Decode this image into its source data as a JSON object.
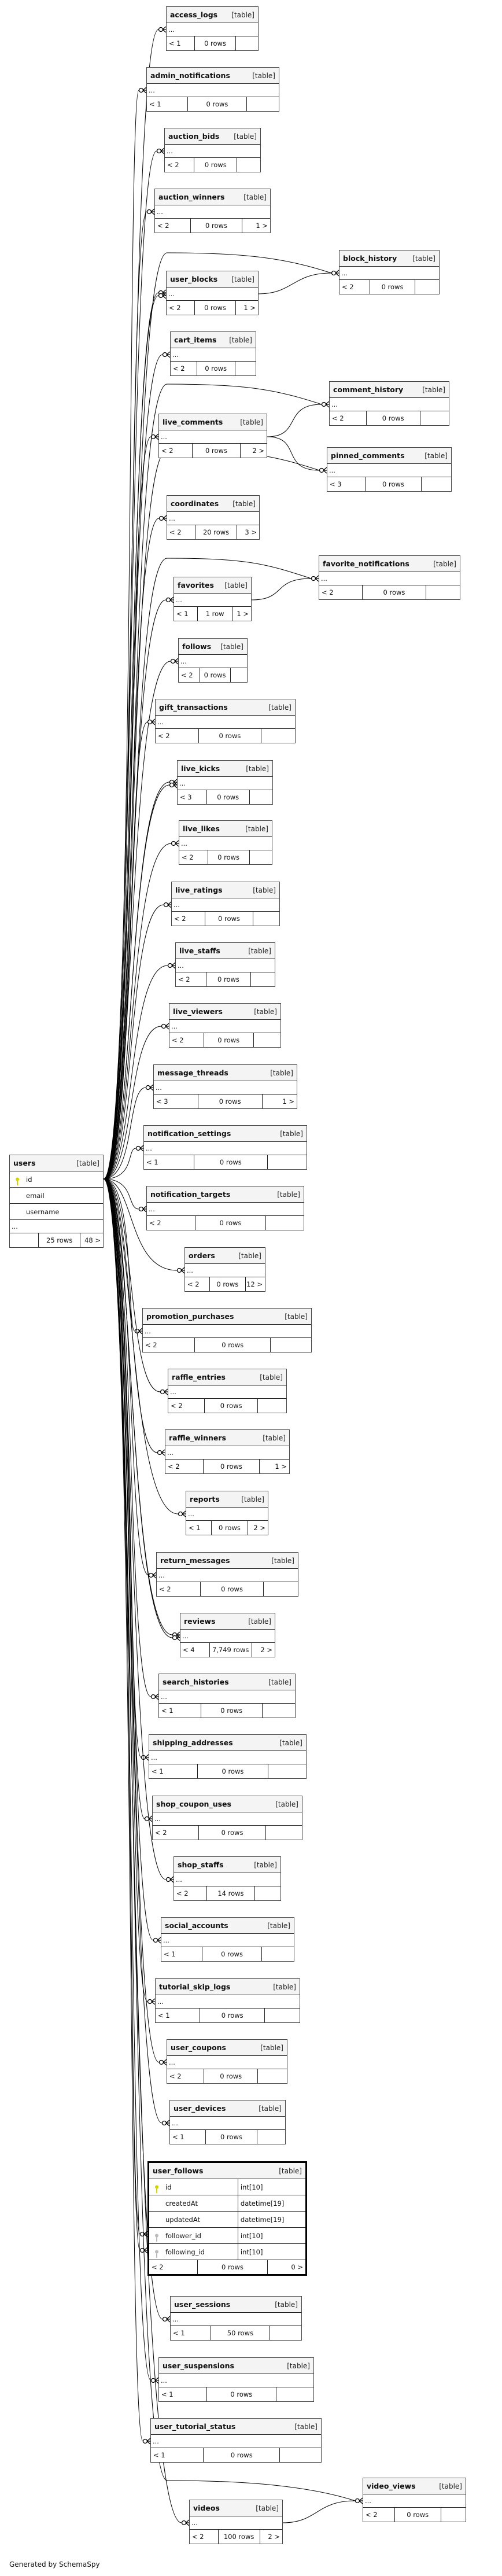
{
  "tables": [
    {
      "name": "access_logs",
      "type": "[table]",
      "more": "...",
      "parents": "< 1",
      "rows": "0 rows",
      "children": ""
    },
    {
      "name": "admin_notifications",
      "type": "[table]",
      "more": "...",
      "parents": "< 1",
      "rows": "0 rows",
      "children": ""
    },
    {
      "name": "auction_bids",
      "type": "[table]",
      "more": "...",
      "parents": "< 2",
      "rows": "0 rows",
      "children": ""
    },
    {
      "name": "auction_winners",
      "type": "[table]",
      "more": "...",
      "parents": "< 2",
      "rows": "0 rows",
      "children": "1 >"
    },
    {
      "name": "block_history",
      "type": "[table]",
      "more": "...",
      "parents": "< 2",
      "rows": "0 rows",
      "children": ""
    },
    {
      "name": "user_blocks",
      "type": "[table]",
      "more": "...",
      "parents": "< 2",
      "rows": "0 rows",
      "children": "1 >"
    },
    {
      "name": "cart_items",
      "type": "[table]",
      "more": "...",
      "parents": "< 2",
      "rows": "0 rows",
      "children": ""
    },
    {
      "name": "comment_history",
      "type": "[table]",
      "more": "...",
      "parents": "< 2",
      "rows": "0 rows",
      "children": ""
    },
    {
      "name": "live_comments",
      "type": "[table]",
      "more": "...",
      "parents": "< 2",
      "rows": "0 rows",
      "children": "2 >"
    },
    {
      "name": "pinned_comments",
      "type": "[table]",
      "more": "...",
      "parents": "< 3",
      "rows": "0 rows",
      "children": ""
    },
    {
      "name": "coordinates",
      "type": "[table]",
      "more": "...",
      "parents": "< 2",
      "rows": "20 rows",
      "children": "3 >"
    },
    {
      "name": "favorite_notifications",
      "type": "[table]",
      "more": "...",
      "parents": "< 2",
      "rows": "0 rows",
      "children": ""
    },
    {
      "name": "favorites",
      "type": "[table]",
      "more": "...",
      "parents": "< 1",
      "rows": "1 row",
      "children": "1 >"
    },
    {
      "name": "follows",
      "type": "[table]",
      "more": "...",
      "parents": "< 2",
      "rows": "0 rows",
      "children": ""
    },
    {
      "name": "gift_transactions",
      "type": "[table]",
      "more": "...",
      "parents": "< 2",
      "rows": "0 rows",
      "children": ""
    },
    {
      "name": "live_kicks",
      "type": "[table]",
      "more": "...",
      "parents": "< 3",
      "rows": "0 rows",
      "children": ""
    },
    {
      "name": "live_likes",
      "type": "[table]",
      "more": "...",
      "parents": "< 2",
      "rows": "0 rows",
      "children": ""
    },
    {
      "name": "live_ratings",
      "type": "[table]",
      "more": "...",
      "parents": "< 2",
      "rows": "0 rows",
      "children": ""
    },
    {
      "name": "live_staffs",
      "type": "[table]",
      "more": "...",
      "parents": "< 2",
      "rows": "0 rows",
      "children": ""
    },
    {
      "name": "live_viewers",
      "type": "[table]",
      "more": "...",
      "parents": "< 2",
      "rows": "0 rows",
      "children": ""
    },
    {
      "name": "message_threads",
      "type": "[table]",
      "more": "...",
      "parents": "< 3",
      "rows": "0 rows",
      "children": "1 >"
    },
    {
      "name": "notification_settings",
      "type": "[table]",
      "more": "...",
      "parents": "< 1",
      "rows": "0 rows",
      "children": ""
    },
    {
      "name": "notification_targets",
      "type": "[table]",
      "more": "...",
      "parents": "< 2",
      "rows": "0 rows",
      "children": ""
    },
    {
      "name": "orders",
      "type": "[table]",
      "more": "...",
      "parents": "< 2",
      "rows": "0 rows",
      "children": "12 >"
    },
    {
      "name": "promotion_purchases",
      "type": "[table]",
      "more": "...",
      "parents": "< 2",
      "rows": "0 rows",
      "children": ""
    },
    {
      "name": "raffle_entries",
      "type": "[table]",
      "more": "...",
      "parents": "< 2",
      "rows": "0 rows",
      "children": ""
    },
    {
      "name": "raffle_winners",
      "type": "[table]",
      "more": "...",
      "parents": "< 2",
      "rows": "0 rows",
      "children": "1 >"
    },
    {
      "name": "reports",
      "type": "[table]",
      "more": "...",
      "parents": "< 1",
      "rows": "0 rows",
      "children": "2 >"
    },
    {
      "name": "return_messages",
      "type": "[table]",
      "more": "...",
      "parents": "< 2",
      "rows": "0 rows",
      "children": ""
    },
    {
      "name": "reviews",
      "type": "[table]",
      "more": "...",
      "parents": "< 4",
      "rows": "7,749 rows",
      "children": "2 >"
    },
    {
      "name": "search_histories",
      "type": "[table]",
      "more": "...",
      "parents": "< 1",
      "rows": "0 rows",
      "children": ""
    },
    {
      "name": "shipping_addresses",
      "type": "[table]",
      "more": "...",
      "parents": "< 1",
      "rows": "0 rows",
      "children": ""
    },
    {
      "name": "shop_coupon_uses",
      "type": "[table]",
      "more": "...",
      "parents": "< 2",
      "rows": "0 rows",
      "children": ""
    },
    {
      "name": "shop_staffs",
      "type": "[table]",
      "more": "...",
      "parents": "< 2",
      "rows": "14 rows",
      "children": ""
    },
    {
      "name": "social_accounts",
      "type": "[table]",
      "more": "...",
      "parents": "< 1",
      "rows": "0 rows",
      "children": ""
    },
    {
      "name": "tutorial_skip_logs",
      "type": "[table]",
      "more": "...",
      "parents": "< 1",
      "rows": "0 rows",
      "children": ""
    },
    {
      "name": "user_coupons",
      "type": "[table]",
      "more": "...",
      "parents": "< 2",
      "rows": "0 rows",
      "children": ""
    },
    {
      "name": "user_devices",
      "type": "[table]",
      "more": "...",
      "parents": "< 1",
      "rows": "0 rows",
      "children": ""
    },
    {
      "name": "user_follows",
      "type": "[table]",
      "parents": "< 2",
      "rows": "0 rows",
      "children": "0 >",
      "columns": [
        {
          "name": "id",
          "type": "int[10]",
          "key": "primary"
        },
        {
          "name": "createdAt",
          "type": "datetime[19]",
          "key": ""
        },
        {
          "name": "updatedAt",
          "type": "datetime[19]",
          "key": ""
        },
        {
          "name": "follower_id",
          "type": "int[10]",
          "key": "foreign"
        },
        {
          "name": "following_id",
          "type": "int[10]",
          "key": "foreign"
        }
      ]
    },
    {
      "name": "user_sessions",
      "type": "[table]",
      "more": "...",
      "parents": "< 1",
      "rows": "50 rows",
      "children": ""
    },
    {
      "name": "user_suspensions",
      "type": "[table]",
      "more": "...",
      "parents": "< 1",
      "rows": "0 rows",
      "children": ""
    },
    {
      "name": "user_tutorial_status",
      "type": "[table]",
      "more": "...",
      "parents": "< 1",
      "rows": "0 rows",
      "children": ""
    },
    {
      "name": "videos",
      "type": "[table]",
      "more": "...",
      "parents": "< 2",
      "rows": "100 rows",
      "children": "2 >"
    },
    {
      "name": "video_views",
      "type": "[table]",
      "more": "...",
      "parents": "< 2",
      "rows": "0 rows",
      "children": ""
    },
    {
      "name": "users",
      "type": "[table]",
      "more": "...",
      "parents": "",
      "rows": "25 rows",
      "children": "48 >",
      "columns": [
        {
          "name": "id",
          "key": "primary"
        },
        {
          "name": "email",
          "key": ""
        },
        {
          "name": "username",
          "key": ""
        }
      ]
    }
  ],
  "colors": {
    "primary_key": "#d4d400",
    "foreign_key": "#bbbbbb",
    "header_bg": "#f4f4f4"
  },
  "footer": "Generated by SchemaSpy"
}
